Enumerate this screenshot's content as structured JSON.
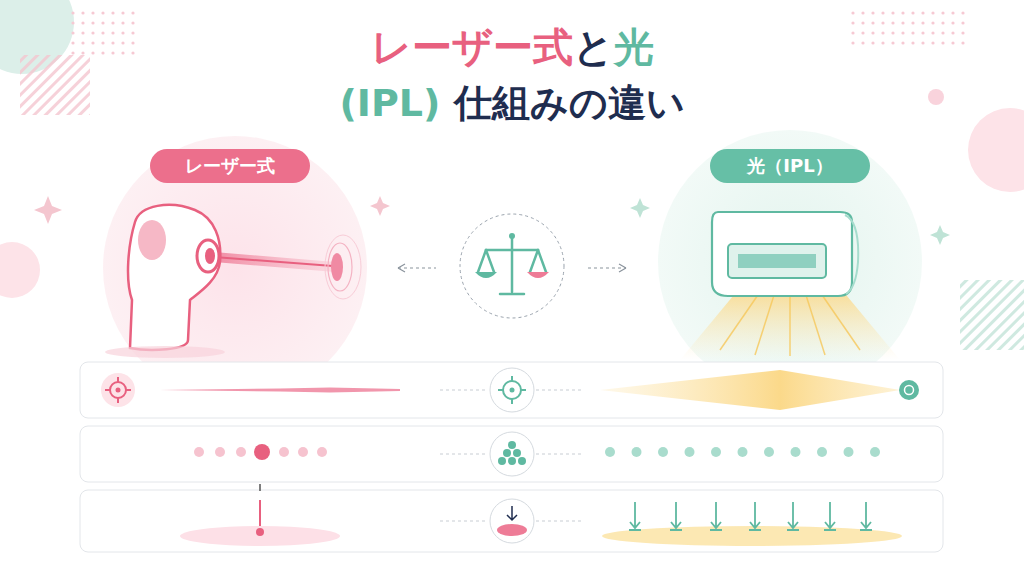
{
  "diagram": {
    "title": "レーザー式と光 (IPL) 仕組みの違い",
    "nodes": [
      {
        "text": [
          "レーザー式"
        ]
      },
      {
        "text": [
          "光（IPL）"
        ]
      }
    ]
  }
}
